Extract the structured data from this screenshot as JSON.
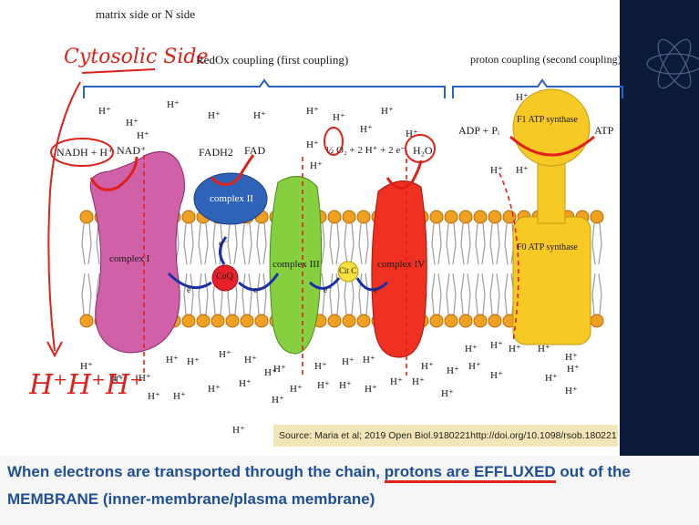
{
  "header": {
    "matrix_label": "matrix side or N side",
    "handwritten_cytosolic": "Cytosolic Side",
    "redox_label": "RedOx coupling (first coupling)",
    "proton_label": "proton coupling (second coupling)"
  },
  "molecules": {
    "nadh": "NADH + H⁺",
    "nad": "NAD⁺",
    "fadh2": "FADH2",
    "fad": "FAD",
    "oxygen": "½ O₂ + 2 H⁺ + 2 e⁻",
    "water": "H₂O",
    "adp": "ADP + Pᵢ",
    "atp": "ATP",
    "proton": "H⁺",
    "electron": "e⁻"
  },
  "complexes": {
    "complex1": "complex I",
    "complex2": "complex II",
    "complex3": "complex III",
    "complex4": "complex IV",
    "coq": "CoQ",
    "citc": "Cit C",
    "f1": "F1 ATP synthase",
    "f0": "F0 ATP synthase"
  },
  "handwritten_protons": "H⁺H⁺H⁺",
  "source": "Source: Maria et al;  2019 Open Biol.9180221http://doi.org/10.1098/rsob.180221",
  "caption": {
    "line1_a": "When electrons are transported through the chain, ",
    "line1_b": "protons are EFFLUXED",
    "line1_c": " out of the",
    "line2": "MEMBRANE (inner-membrane/plasma membrane)"
  },
  "colors": {
    "caption": "#1f4e9a",
    "annotation_red": "#e0201a",
    "bracket_blue": "#2a62c8",
    "dark_panel": "#0c1a3a"
  }
}
